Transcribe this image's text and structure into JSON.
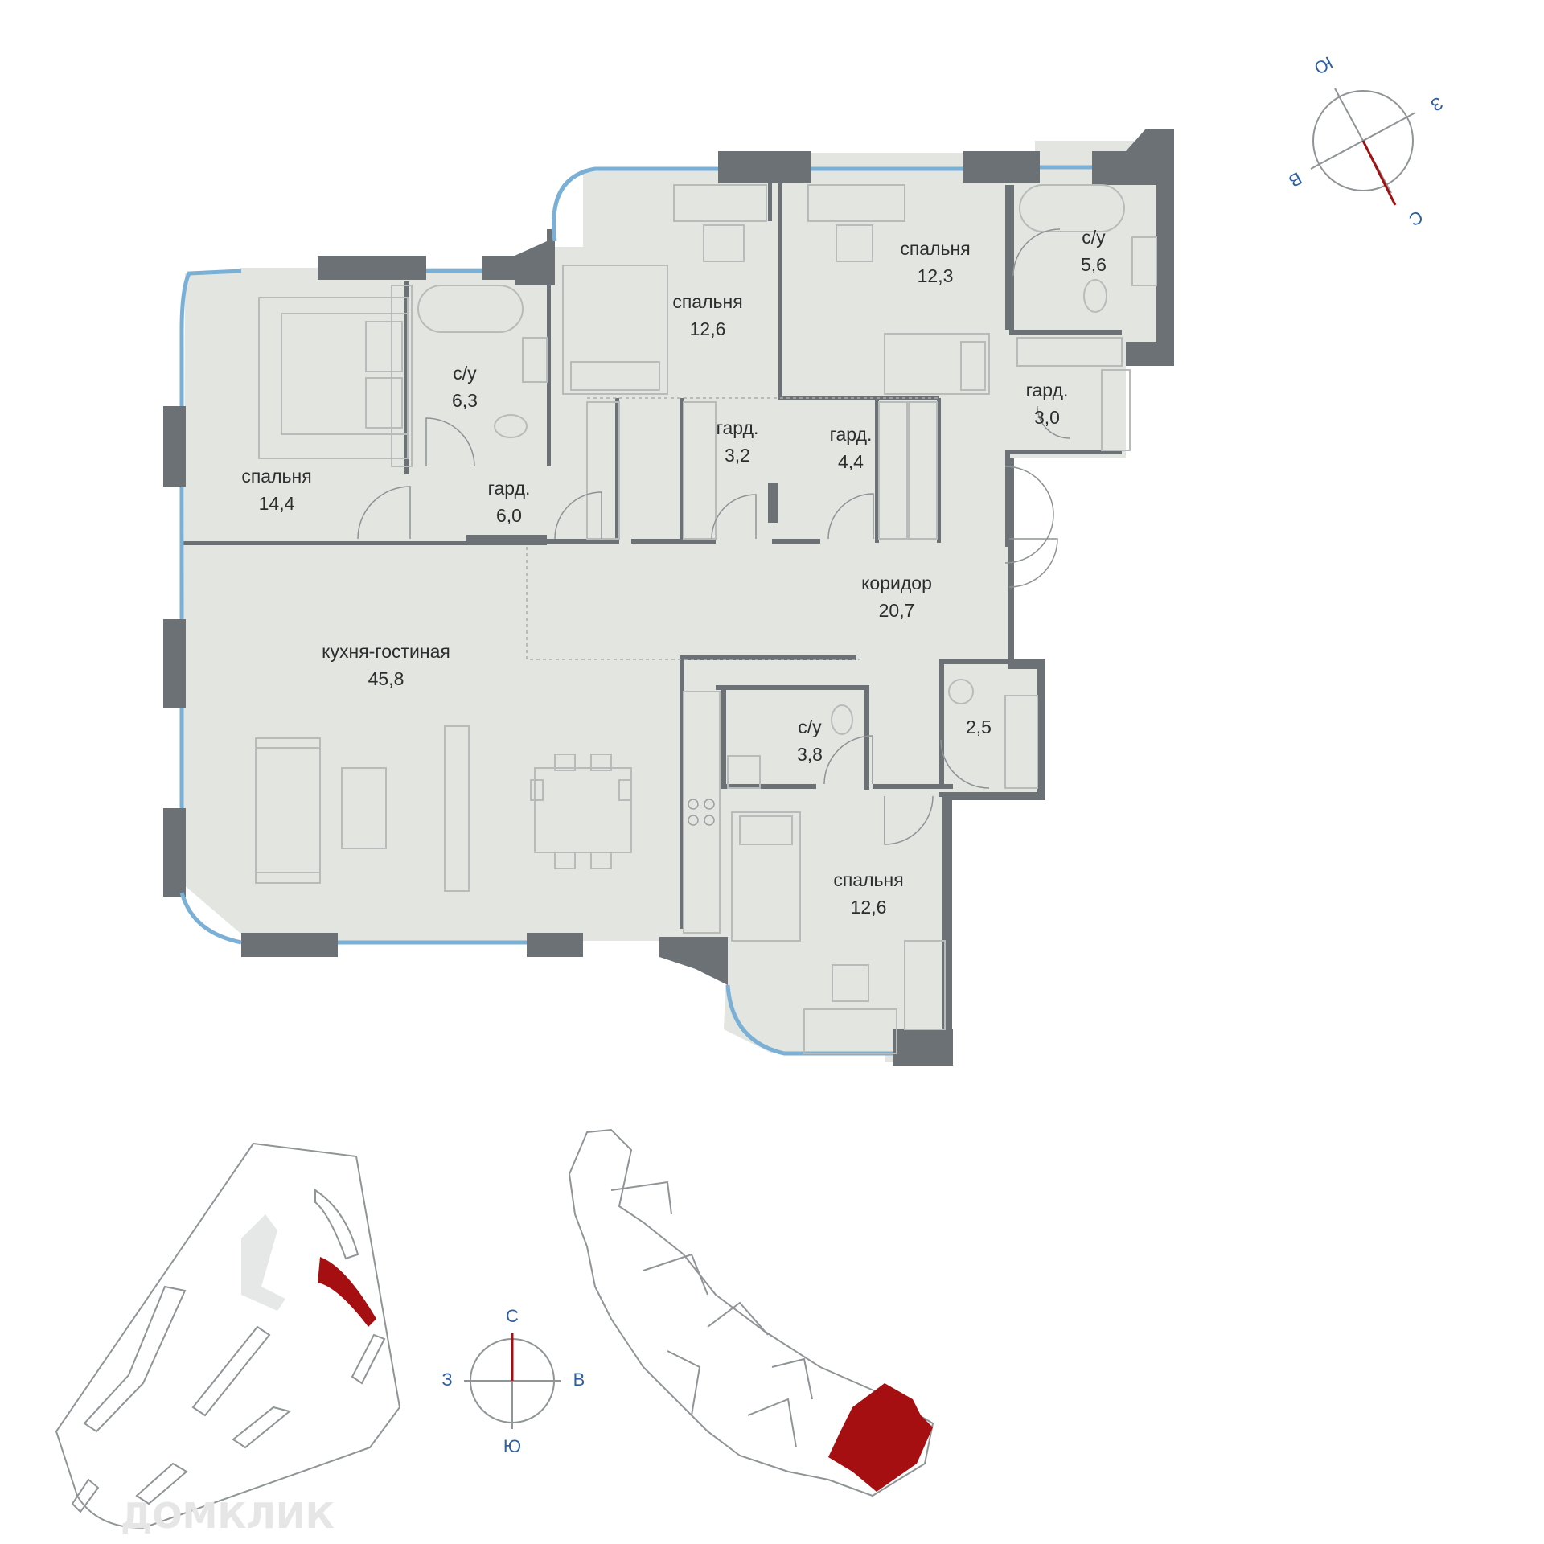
{
  "rooms": {
    "bedroom_a": {
      "name": "спальня",
      "area": "14,4"
    },
    "bath_a": {
      "name": "с/у",
      "area": "6,3"
    },
    "ward_a": {
      "name": "гард.",
      "area": "6,0"
    },
    "bedroom_b": {
      "name": "спальня",
      "area": "12,6"
    },
    "ward_b": {
      "name": "гард.",
      "area": "3,2"
    },
    "ward_c": {
      "name": "гард.",
      "area": "4,4"
    },
    "bedroom_c": {
      "name": "спальня",
      "area": "12,3"
    },
    "bath_c": {
      "name": "с/у",
      "area": "5,6"
    },
    "ward_d": {
      "name": "гард.",
      "area": "3,0"
    },
    "corridor": {
      "name": "коридор",
      "area": "20,7"
    },
    "kitchen": {
      "name": "кухня-гостиная",
      "area": "45,8"
    },
    "bath_d": {
      "name": "с/у",
      "area": "3,8"
    },
    "storage": {
      "area": "2,5"
    },
    "bedroom_d": {
      "name": "спальня",
      "area": "12,6"
    }
  },
  "compass_rotated": {
    "north": "С",
    "south": "Ю",
    "east": "В",
    "west": "З"
  },
  "compass_straight": {
    "north": "С",
    "south": "Ю",
    "east": "В",
    "west": "З"
  },
  "watermark": "ДОМКЛИК",
  "colors": {
    "accent_red": "#a50f12",
    "compass_blue": "#2f5fa3",
    "window_blue": "#7ab0d6",
    "wall": "#6b7174",
    "floor": "#e3e5e1"
  }
}
